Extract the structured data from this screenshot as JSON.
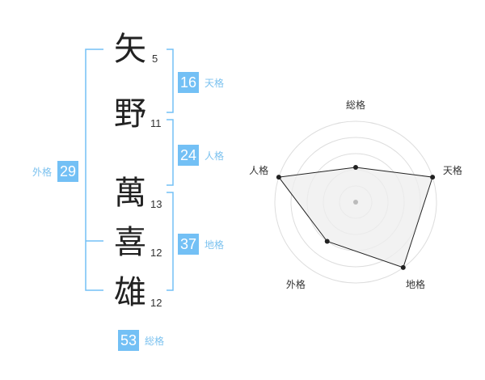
{
  "name": {
    "chars": [
      {
        "char": "矢",
        "strokes": "5"
      },
      {
        "char": "野",
        "strokes": "11"
      },
      {
        "char": "萬",
        "strokes": "13"
      },
      {
        "char": "喜",
        "strokes": "12"
      },
      {
        "char": "雄",
        "strokes": "12"
      }
    ]
  },
  "fortunes": {
    "tenkaku": {
      "value": "16",
      "label": "天格"
    },
    "jinkaku": {
      "value": "24",
      "label": "人格"
    },
    "chikaku": {
      "value": "37",
      "label": "地格"
    },
    "gaikaku": {
      "value": "29",
      "label": "外格"
    },
    "soukaku": {
      "value": "53",
      "label": "総格"
    }
  },
  "chart_data": {
    "type": "radar",
    "axes": [
      "総格",
      "天格",
      "地格",
      "外格",
      "人格"
    ],
    "values": [
      0.43,
      1.0,
      1.0,
      0.6,
      1.0
    ],
    "rings": 5,
    "colors": {
      "fill": "#eeeeee",
      "line": "#222222",
      "ring": "#dddddd",
      "center": "#bbbbbb"
    }
  },
  "colors": {
    "accent": "#73c0f5",
    "bracket": "#73c0f5"
  }
}
